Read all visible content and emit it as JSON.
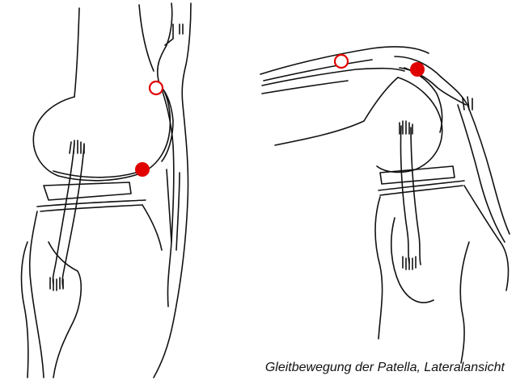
{
  "caption": "Gleitbewegung der Patella, Lateralansicht",
  "colors": {
    "marker_red": "#e00000",
    "line": "#111111",
    "background": "#ffffff"
  },
  "panels": [
    {
      "view": "extended knee",
      "markers": [
        "hollow-circle",
        "filled-dot"
      ]
    },
    {
      "view": "flexed knee",
      "markers": [
        "hollow-circle",
        "filled-dot"
      ]
    }
  ]
}
